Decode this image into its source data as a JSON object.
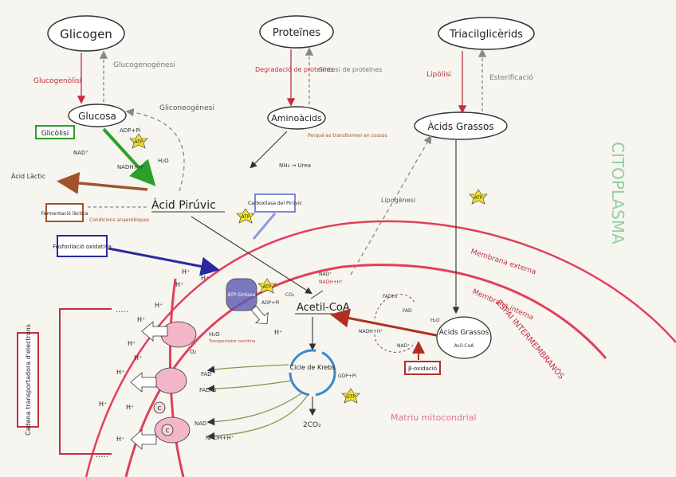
{
  "colors": {
    "paper": "#f7f5f0",
    "ink": "#2a2a2a",
    "membrane": "#e0405a",
    "cytoplasm": "#8fd19e",
    "glycolysis": "#2aa02a",
    "lactic": "#a0522d",
    "oxidative": "#2a2aa0",
    "beta_ox": "#b03020",
    "purple": "#7b3fa0",
    "atp_star": "#f3e12a",
    "complex": "#f2b6c8",
    "atp_synthase": "#5a5ab0"
  },
  "labels": {
    "glycogen": "Glicogen",
    "proteins": "Proteïnes",
    "triacylglycerols": "Triacilglicèrids",
    "glucose": "Glucosa",
    "amino_acids": "Aminoàcids",
    "fatty_acids": "Àcids Grassos",
    "pyruvic": "Àcid Pirúvic",
    "lactic": "Àcid Làctic",
    "acetyl_coa": "Acetil-CoA",
    "acidos_grasos_mito": "Àcids Grassos",
    "acyl_coa": "Acil-CoA",
    "krebs": "Cicle de Krebs",
    "glucogenolisi": "Glucogenòlisi",
    "glucogenogenesi": "Glucogenogènesi",
    "gluconeogenesi": "Gliconeogènesi",
    "degradacio_proteines": "Degradació de proteïnes",
    "sintesi_proteines": "Síntesi de proteïnes",
    "lipolisi": "Lipòlisi",
    "esterificacio": "Esterificació",
    "lipogenesi": "Lipogènesi",
    "citoplasma": "CITOPLASMA",
    "glicolisi": "Glicòlisi",
    "fermentacio": "Fermentació làctica",
    "condicions_anaerobiques": "Condicions anaeròbiques",
    "fosforilacio": "Fosforilació oxidativa",
    "carboxilasa": "Carboxilasa del Pirúvic",
    "beta_oxidacio": "β-oxidació",
    "membrana_externa": "Membrana externa",
    "membrana_interna": "Membrana interna",
    "espai": "ESPAI INTERMEMBRANÓS",
    "matriu": "Matriu mitocondrial",
    "cadena": "Cadena transportadora d'electrons",
    "urea_note": "Perquè es transformen en cossos",
    "nh3_urea": "NH₃ → Urea",
    "atp_synthase": "ATP-Sintasa",
    "atp": "ATP",
    "gtp": "GTP",
    "adp_pi": "ADP+Pi",
    "gdp_pi": "GDP+Pi",
    "nad": "NAD⁺",
    "nadh": "NADH+H⁺",
    "fad": "FAD",
    "fadh2": "FADH₂",
    "h2o": "H₂O",
    "o2": "O₂",
    "co2": "2CO₂",
    "co2_small": "CO₂",
    "hplus": "H⁺",
    "c_letter": "C",
    "transfer_note": "Transportador carnitina",
    "atp_note": "ADP+Pi"
  }
}
